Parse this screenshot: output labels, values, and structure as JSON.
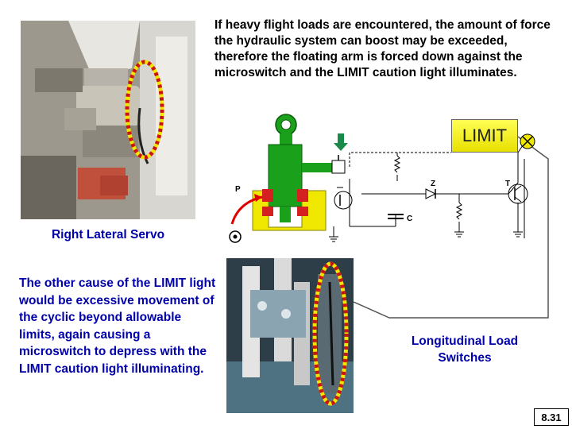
{
  "top_paragraph": "If heavy flight loads are encountered, the amount of force the hydraulic system can boost may be exceeded, therefore the floating arm is forced down against the microswitch and the LIMIT caution light illuminates.",
  "servo_caption": "Right Lateral Servo",
  "left_paragraph": "The other cause of the LIMIT light would be excessive movement of the cyclic beyond allowable limits, again causing a microswitch to depress with the LIMIT caution light illuminating.",
  "switches_caption": "Longitudinal Load Switches",
  "limit_light_label": "LIMIT",
  "schematic_labels": {
    "p": "P",
    "z": "Z",
    "t": "T",
    "c": "C"
  },
  "page_number": "8.31",
  "colors": {
    "caption_blue": "#0000aa",
    "limit_yellow": "#ffff33",
    "servo_green": "#1aa01a",
    "servo_yellow": "#f0e800",
    "seal_red": "#d42020",
    "arrow_red": "#e00000",
    "arrow_green": "#1a8a4a",
    "highlight_ring_yellow": "#f2e600",
    "highlight_ring_red": "#c81414"
  }
}
